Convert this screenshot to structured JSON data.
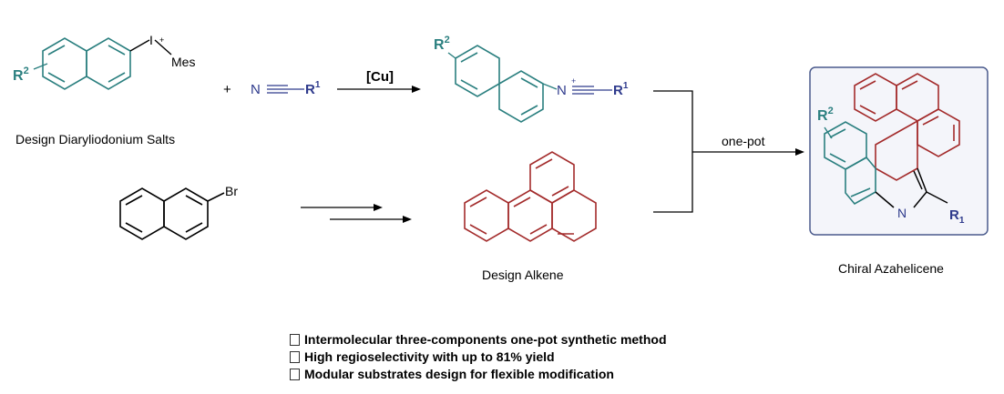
{
  "colors": {
    "teal": "#2a7f7f",
    "navy": "#2e3a8c",
    "red": "#a32b2b",
    "black": "#000000",
    "box_border": "#4a5a8c"
  },
  "labels": {
    "diaryliodonium": "Design Diaryliodonium Salts",
    "alkene": "Design Alkene",
    "product": "Chiral Azahelicene",
    "catalyst": "[Cu]",
    "onepot": "one-pot",
    "plus": "+"
  },
  "atoms": {
    "r2": "R",
    "r2_sup": "2",
    "r1": "R",
    "r1_sup": "1",
    "r1_sub": "1",
    "iodine": "I",
    "plus_charge": "+",
    "mes": "Mes",
    "nitrogen": "N",
    "bromine": "Br"
  },
  "bullets": [
    "Intermolecular three-components one-pot synthetic method",
    "High regioselectivity with up to 81% yield",
    "Modular substrates design for flexible modification"
  ]
}
